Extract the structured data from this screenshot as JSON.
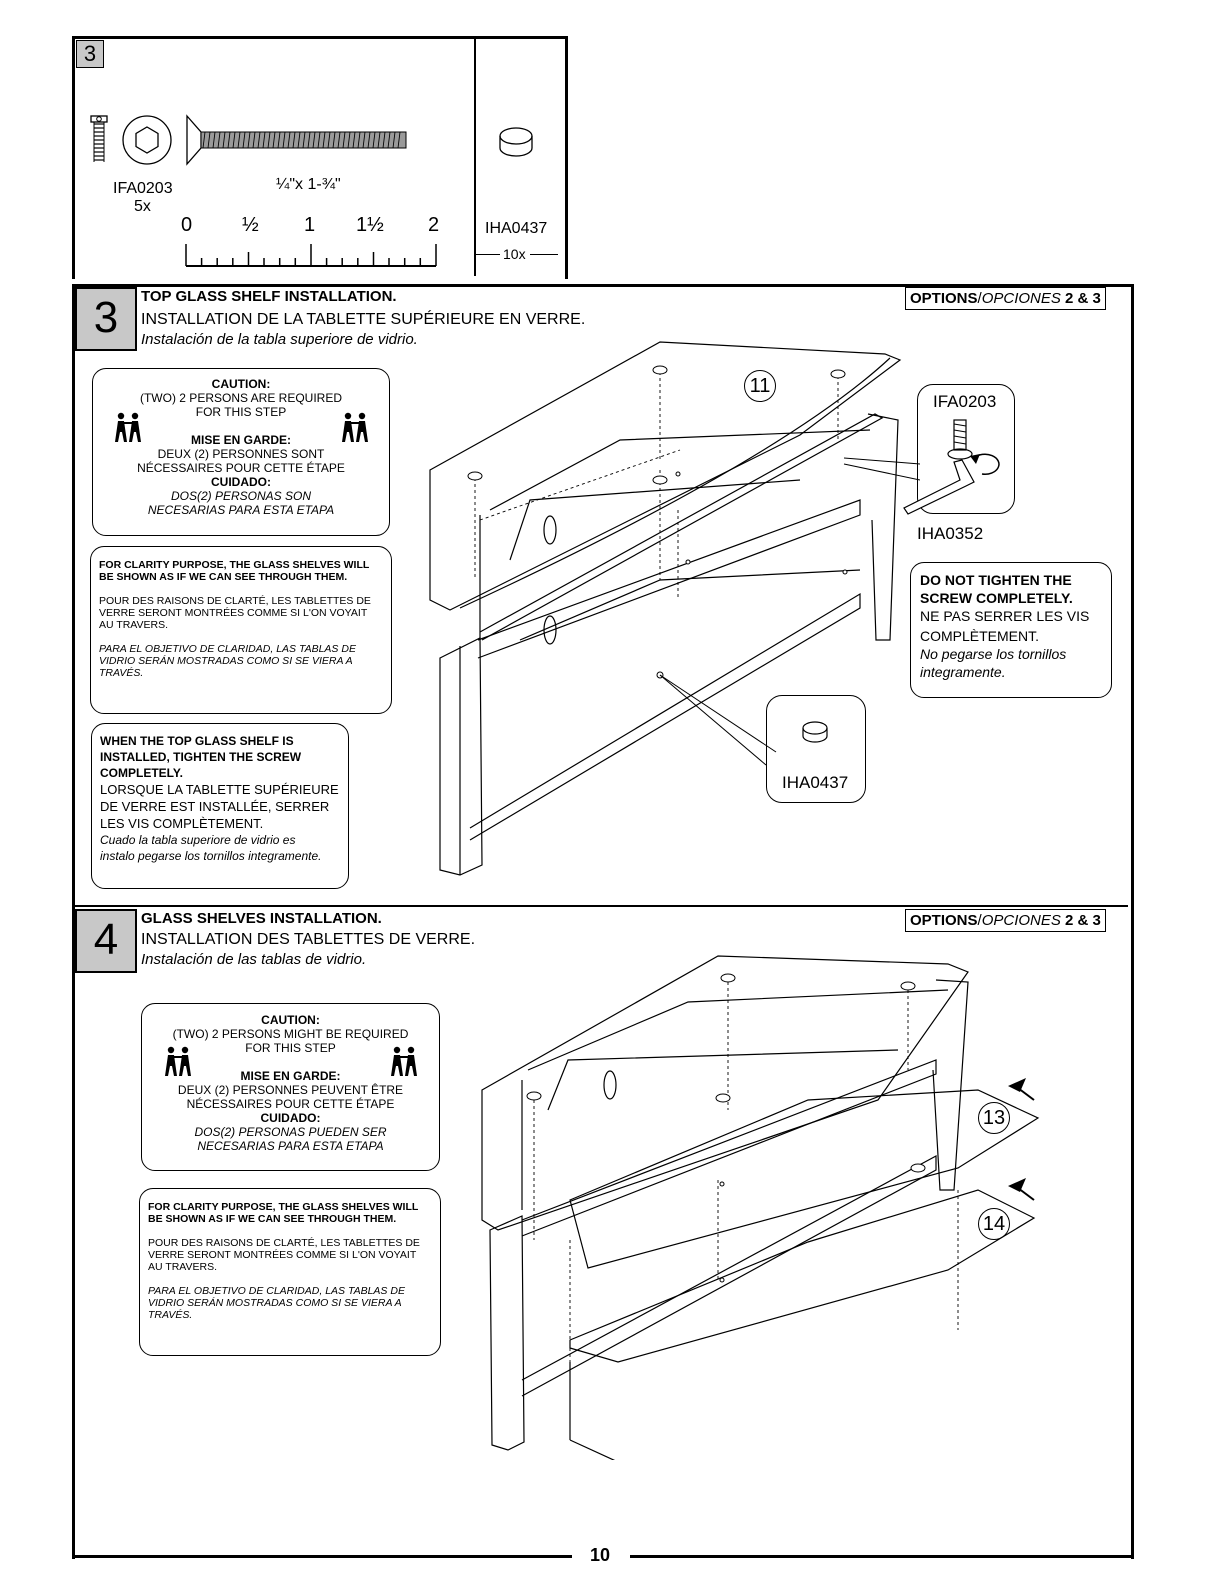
{
  "hardware": {
    "step_tag": "3",
    "screw_code": "IFA0203",
    "screw_qty": "5x",
    "screw_size": "¼\"x 1-¾\"",
    "ruler_labels": [
      "0",
      "½",
      "1",
      "1½",
      "2"
    ],
    "bumper_code": "IHA0437",
    "bumper_qty": "10x"
  },
  "step3": {
    "number": "3",
    "title": "TOP GLASS SHELF INSTALLATION.",
    "title_fr": "INSTALLATION DE LA TABLETTE SUPÉRIEURE EN VERRE.",
    "title_es": "Instalación de la tabla superiore de vidrio.",
    "options_bold": "OPTIONS",
    "options_sep": "/",
    "options_it": "OPCIONES",
    "options_num": "2 & 3",
    "caution": {
      "h1": "CAUTION:",
      "l1": "(TWO) 2 PERSONS ARE REQUIRED",
      "l2": "FOR THIS STEP",
      "h2": "MISE EN GARDE:",
      "l3": "DEUX (2) PERSONNES SONT",
      "l4": "NÉCESSAIRES POUR CETTE ÉTAPE",
      "h3": "CUIDADO:",
      "l5": "DOS(2) PERSONAS SON",
      "l6": "NECESARIAS PARA ESTA ETAPA"
    },
    "clarity": {
      "en1": "FOR CLARITY PURPOSE, THE GLASS SHELVES WILL",
      "en2": "BE SHOWN AS IF WE CAN SEE THROUGH THEM.",
      "fr1": "POUR DES RAISONS DE CLARTÉ, LES TABLETTES DE",
      "fr2": "VERRE SERONT MONTRÉES COMME SI L'ON VOYAIT",
      "fr3": "AU TRAVERS.",
      "es1": "PARA EL OBJETIVO DE CLARIDAD, LAS TABLAS DE",
      "es2": "VIDRIO SERÁN MOSTRADAS COMO SI SE VIERA A",
      "es3": "TRAVÉS."
    },
    "tighten": {
      "en1": "WHEN THE TOP GLASS SHELF IS",
      "en2": "INSTALLED, TIGHTEN THE SCREW",
      "en3": "COMPLETELY.",
      "fr1": "LORSQUE LA TABLETTE SUPÉRIEURE",
      "fr2": "DE VERRE EST INSTALLÉE, SERRER",
      "fr3": "LES VIS COMPLÈTEMENT.",
      "es1": "Cuado la tabla superiore de vidrio es",
      "es2": "instalo pegarse los tornillos integramente."
    },
    "donot": {
      "en1": "DO NOT TIGHTEN THE",
      "en2": "SCREW COMPLETELY.",
      "fr1": "NE PAS SERRER LES VIS",
      "fr2": "COMPLÈTEMENT.",
      "es1": "No pegarse los tornillos",
      "es2": "integramente."
    },
    "callout_part": "11",
    "callout_screw": "IFA0203",
    "callout_key": "IHA0352",
    "callout_bumper": "IHA0437"
  },
  "step4": {
    "number": "4",
    "title": "GLASS SHELVES INSTALLATION.",
    "title_fr": "INSTALLATION DES TABLETTES DE VERRE.",
    "title_es": "Instalación de las tablas de vidrio.",
    "options_bold": "OPTIONS",
    "options_sep": "/",
    "options_it": "OPCIONES",
    "options_num": "2 & 3",
    "caution": {
      "h1": "CAUTION:",
      "l1": "(TWO) 2 PERSONS MIGHT BE REQUIRED",
      "l2": "FOR THIS STEP",
      "h2": "MISE EN GARDE:",
      "l3": "DEUX (2) PERSONNES PEUVENT ÊTRE",
      "l4": "NÉCESSAIRES POUR CETTE ÉTAPE",
      "h3": "CUIDADO:",
      "l5": "DOS(2) PERSONAS PUEDEN SER",
      "l6": "NECESARIAS PARA ESTA ETAPA"
    },
    "clarity": {
      "en1": "FOR CLARITY PURPOSE, THE GLASS SHELVES WILL",
      "en2": "BE SHOWN AS IF WE CAN SEE THROUGH THEM.",
      "fr1": "POUR DES RAISONS DE CLARTÉ, LES TABLETTES DE",
      "fr2": "VERRE SERONT MONTRÉES COMME SI L'ON VOYAIT",
      "fr3": "AU TRAVERS.",
      "es1": "PARA EL OBJETIVO DE CLARIDAD, LAS TABLAS DE",
      "es2": "VIDRIO SERÁN MOSTRADAS COMO SI SE VIERA A",
      "es3": "TRAVÉS."
    },
    "callout_part_a": "13",
    "callout_part_b": "14"
  },
  "page_number": "10"
}
